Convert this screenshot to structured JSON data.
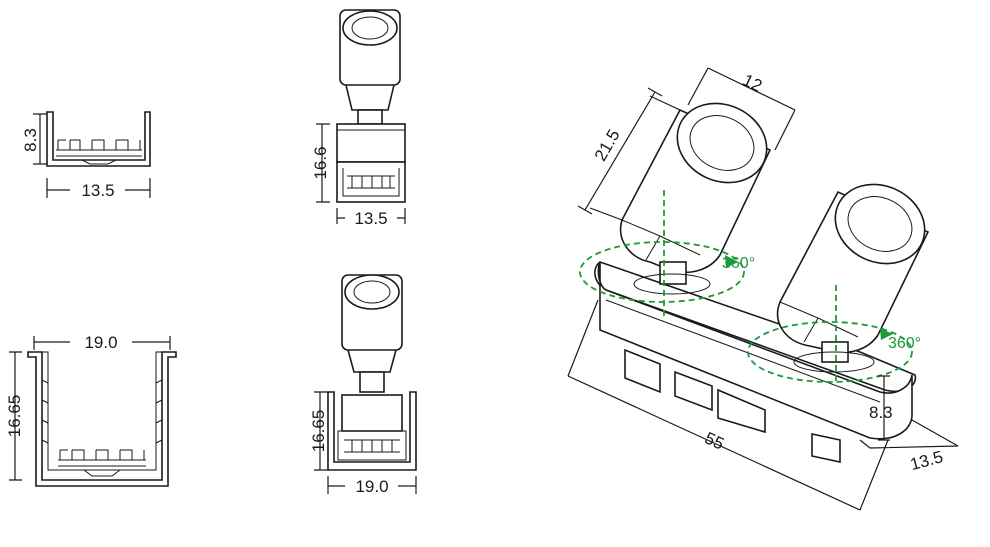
{
  "dimensions": {
    "small_profile_height": "8.3",
    "small_profile_width": "13.5",
    "small_front_height": "16.6",
    "small_front_width": "13.5",
    "large_profile_height": "16.65",
    "large_profile_width": "19.0",
    "large_front_height": "16.65",
    "large_front_width": "19.0",
    "iso_spot_height": "21.5",
    "iso_spot_diameter": "12",
    "iso_length": "55",
    "iso_track_height": "8.3",
    "iso_track_width": "13.5"
  },
  "rotation": {
    "label_left": "360°",
    "label_right": "360°",
    "color": "#1a9a3a"
  },
  "line_color": "#1a1a1a"
}
